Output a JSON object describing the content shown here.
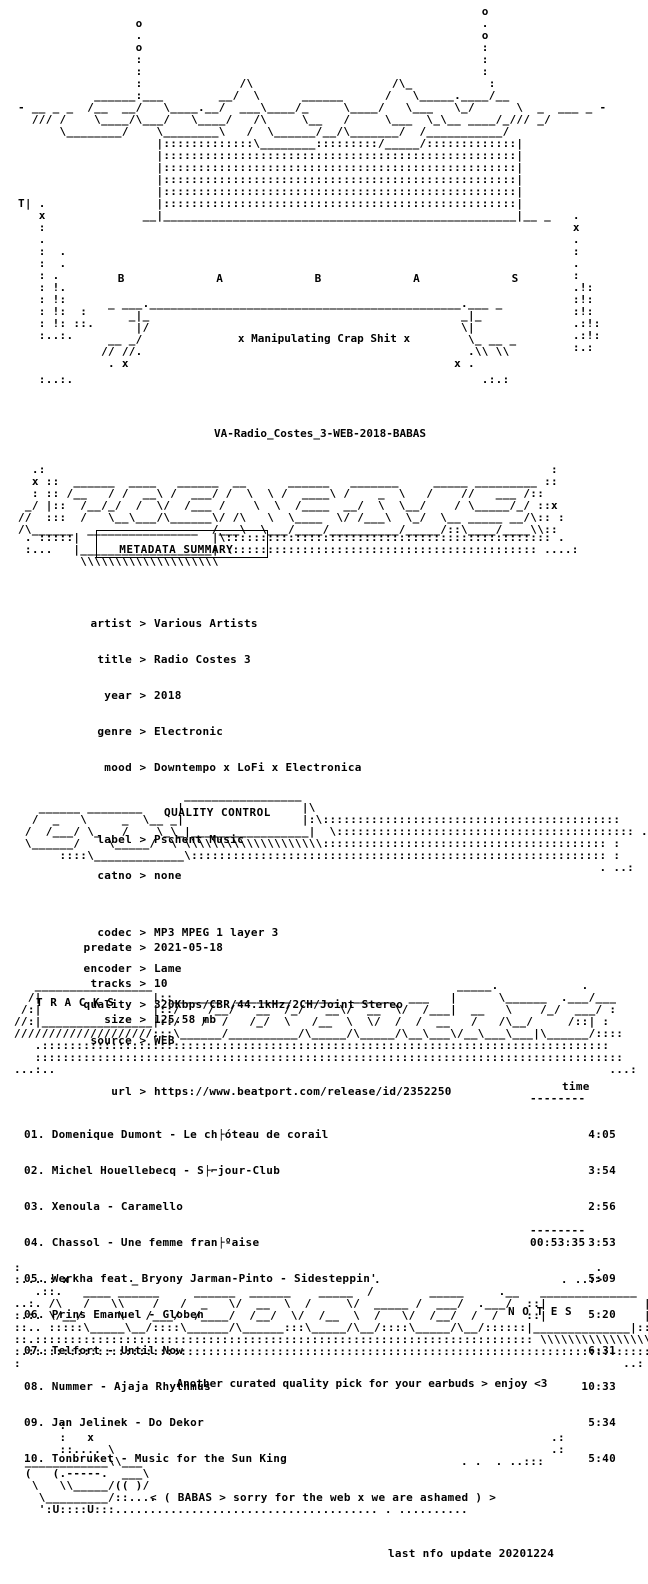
{
  "header": {
    "letters": "B   A   B   A   S",
    "tagline": "x Manipulating Crap Shit x"
  },
  "release_name": "VA-Radio_Costes_3-WEB-2018-BABAS",
  "metadata": {
    "section_label": "METADATA SUMMARY",
    "fields": [
      {
        "key": "artist",
        "value": "Various Artists"
      },
      {
        "key": "title",
        "value": "Radio Costes 3"
      },
      {
        "key": "year",
        "value": "2018"
      },
      {
        "key": "genre",
        "value": "Electronic"
      },
      {
        "key": "mood",
        "value": "Downtempo x LoFi x Electronica"
      },
      {
        "key": "label",
        "value": "Pschent Music"
      },
      {
        "key": "catno",
        "value": "none"
      },
      {
        "key": "predate",
        "value": "2021-05-18"
      },
      {
        "key": "tracks",
        "value": "10"
      },
      {
        "key": "size",
        "value": "125.58 mb"
      },
      {
        "key": "url",
        "value": "https://www.beatport.com/release/id/2352250"
      }
    ]
  },
  "quality": {
    "section_label": "QUALITY CONTROL",
    "fields": [
      {
        "key": "codec",
        "value": "MP3 MPEG 1 layer 3"
      },
      {
        "key": "encoder",
        "value": "Lame"
      },
      {
        "key": "quality",
        "value": "320Kbps/CBR/44.1kHz/2CH/Joint Stereo"
      },
      {
        "key": "source",
        "value": "WEB"
      }
    ]
  },
  "tracks": {
    "section_label": "T R A C K S",
    "time_header": "time",
    "divider": "--------",
    "items": [
      {
        "title": "01. Domenique Dumont - Le ch├óteau de corail",
        "time": "4:05"
      },
      {
        "title": "02. Michel Houellebecq - S├⌐jour-Club",
        "time": "3:54"
      },
      {
        "title": "03. Xenoula - Caramello",
        "time": "2:56"
      },
      {
        "title": "04. Chassol - Une femme fran├ºaise",
        "time": "3:53"
      },
      {
        "title": "05. Werkha feat. Bryony Jarman-Pinto - Sidesteppin'",
        "time": "5:09"
      },
      {
        "title": "06. Prins Emanuel - Globen",
        "time": "5:20"
      },
      {
        "title": "07. Telfort - Until Now",
        "time": "6:31"
      },
      {
        "title": "08. Nummer - Ajaja Rhythmus",
        "time": "10:33"
      },
      {
        "title": "09. Jan Jelinek - Do Dekor",
        "time": "5:34"
      },
      {
        "title": "10. Tonbruket - Music for the Sun King",
        "time": "5:40"
      }
    ],
    "total": "00:53:35"
  },
  "notes": {
    "section_label": "N O T E S",
    "text": "Another curated quality pick for your earbuds > enjoy <3"
  },
  "footer": {
    "message": "< ( BABAS > sorry for the web x we are ashamed ) >",
    "update": "last nfo update 20201224"
  }
}
